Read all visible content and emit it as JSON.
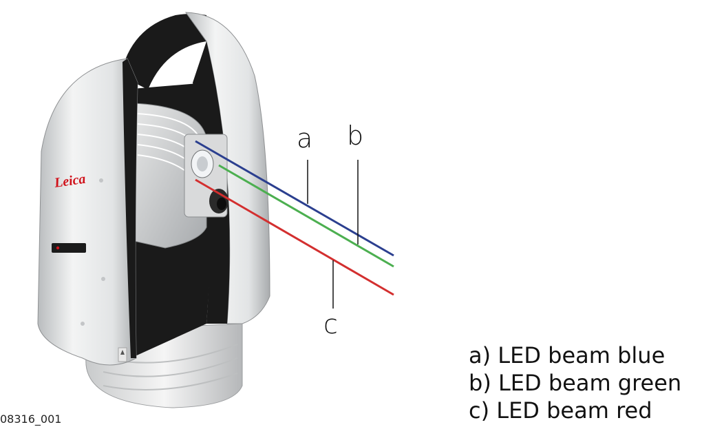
{
  "brand": {
    "logo_text": "Leica"
  },
  "callouts": {
    "a": "a",
    "b": "b",
    "c": "c"
  },
  "legend": {
    "items": [
      {
        "text": "a) LED beam blue"
      },
      {
        "text": "b) LED beam green"
      },
      {
        "text": "c) LED beam red"
      }
    ]
  },
  "image_id": "08316_001",
  "colors": {
    "beam_blue": "#2b3f8f",
    "beam_green": "#4caf50",
    "beam_red": "#d32f2f",
    "brand_red": "#d0121b",
    "housing_white": "#eceded",
    "housing_black": "#1a1a1a"
  }
}
